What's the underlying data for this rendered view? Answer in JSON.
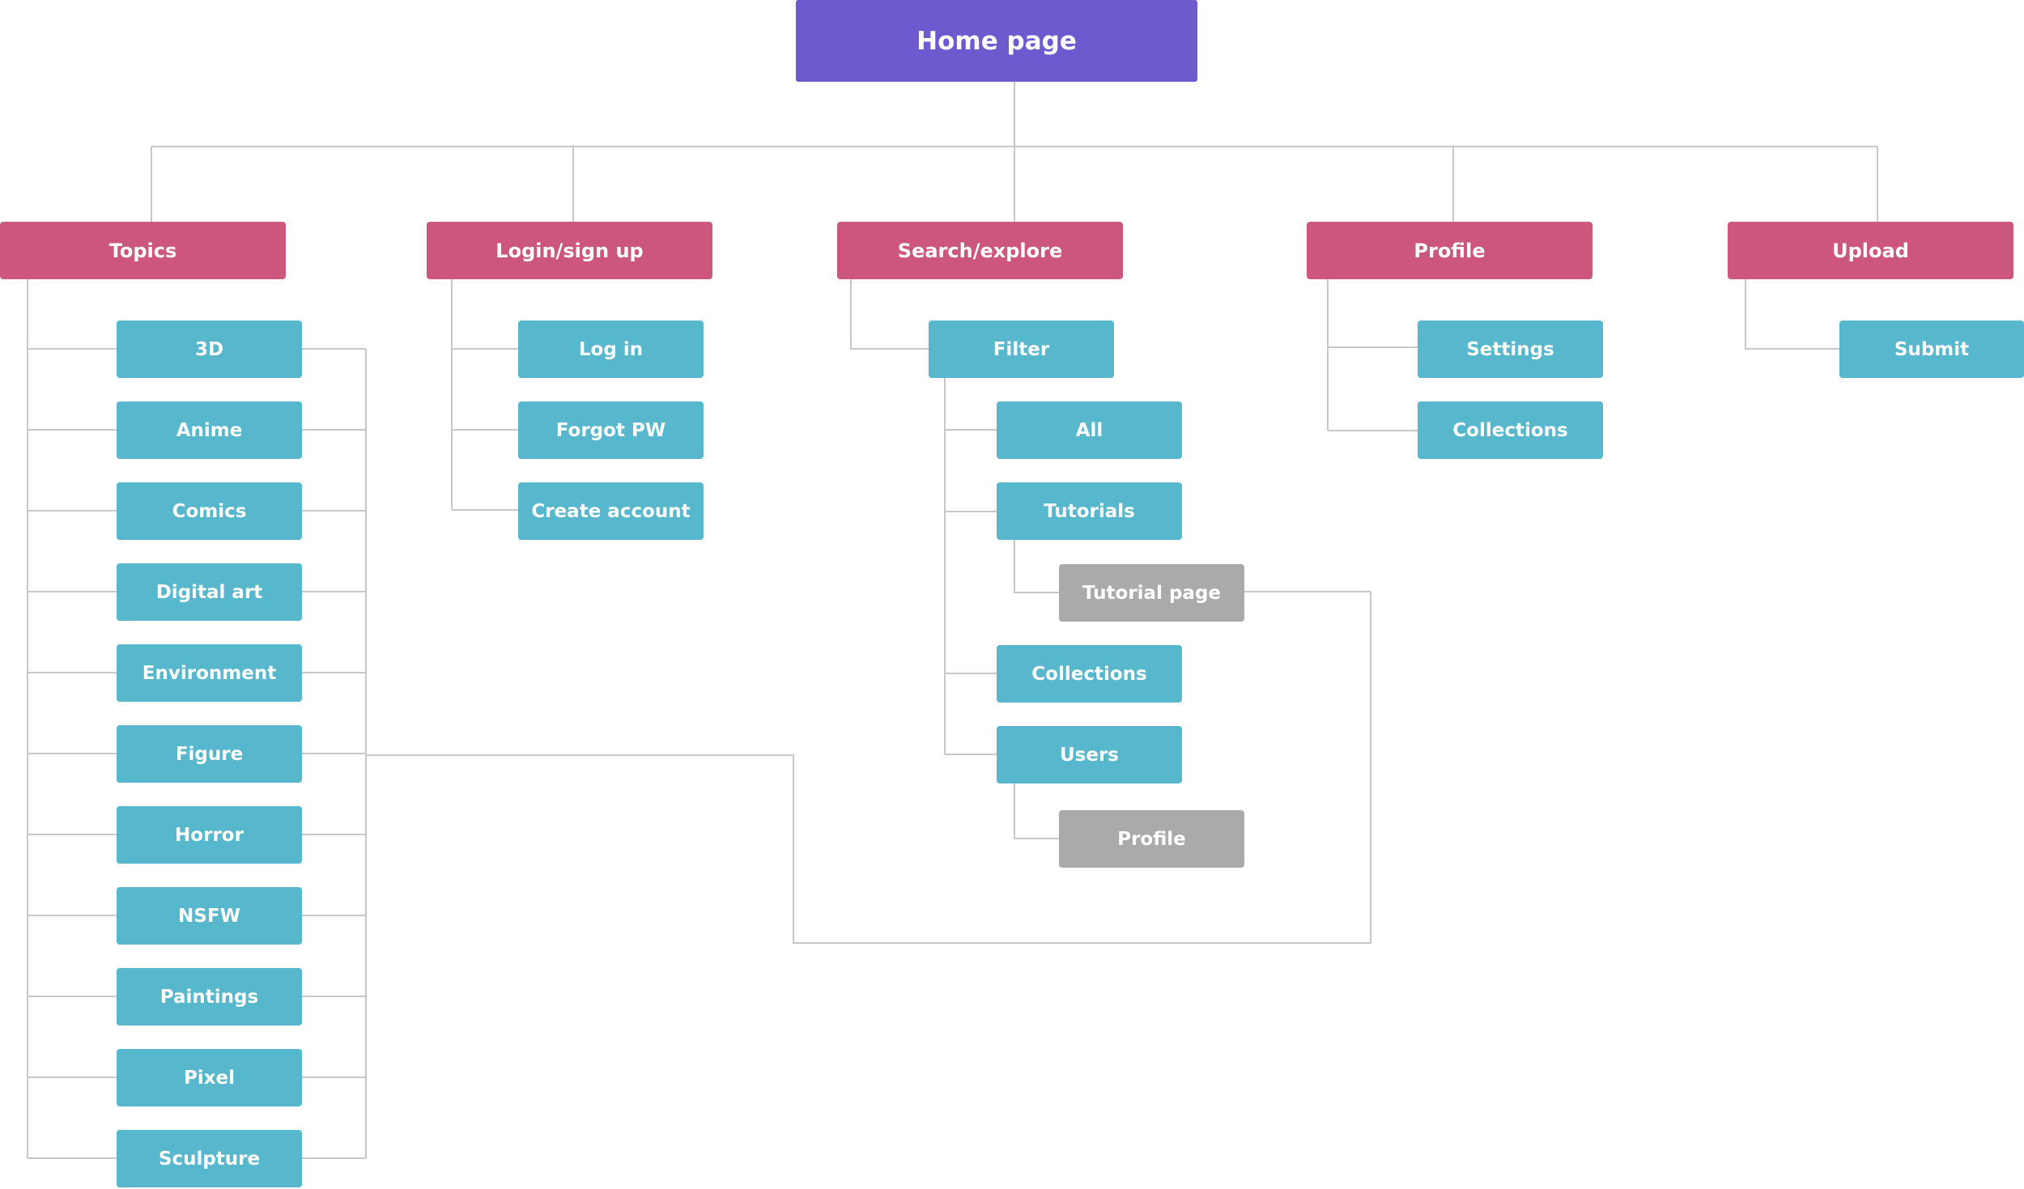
{
  "colors": {
    "root": "#6f59cf",
    "section": "#cd567c",
    "page": "#57b7cd",
    "subpage": "#aaaaaa",
    "connector": "#c8c8c8"
  },
  "root": {
    "label": "Home page"
  },
  "sections": {
    "topics": "Topics",
    "login": "Login/sign up",
    "search": "Search/explore",
    "profile": "Profile",
    "upload": "Upload"
  },
  "topics": [
    "3D",
    "Anime",
    "Comics",
    "Digital art",
    "Environment",
    "Figure",
    "Horror",
    "NSFW",
    "Paintings",
    "Pixel",
    "Sculpture"
  ],
  "login": [
    "Log in",
    "Forgot PW",
    "Create account"
  ],
  "search": {
    "filter": "Filter",
    "all": "All",
    "tutorials": "Tutorials",
    "tutorial_page": "Tutorial page",
    "collections": "Collections",
    "users": "Users",
    "user_profile": "Profile"
  },
  "profile": [
    "Settings",
    "Collections"
  ],
  "upload": [
    "Submit"
  ]
}
